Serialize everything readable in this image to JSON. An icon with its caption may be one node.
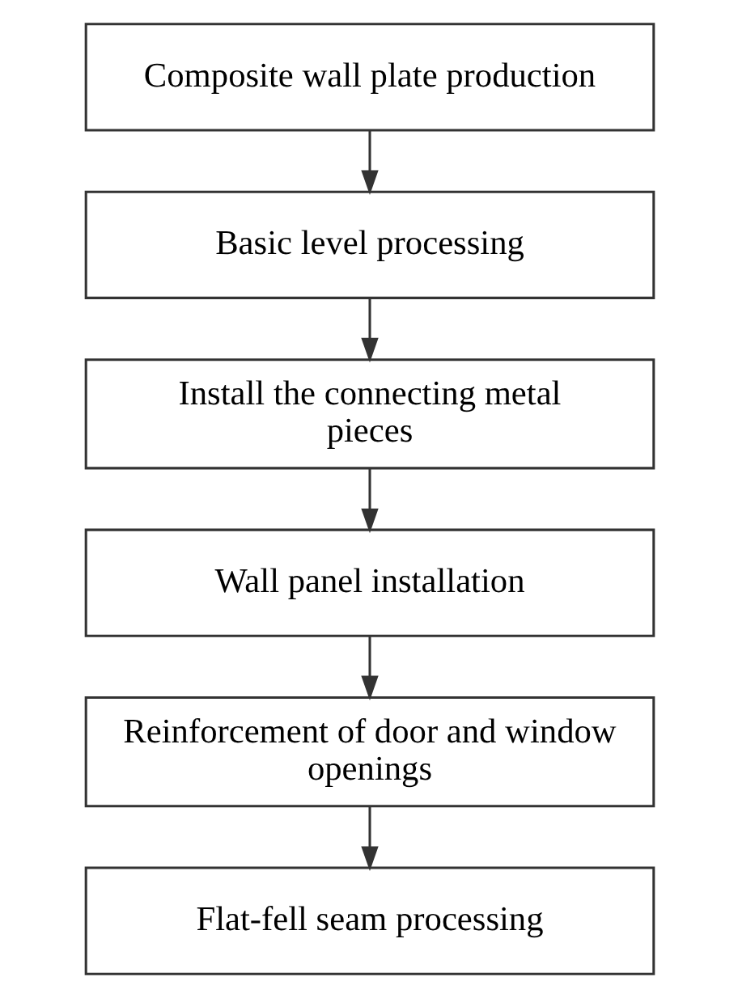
{
  "diagram": {
    "nodes": [
      {
        "text": [
          "Composite wall plate production"
        ]
      },
      {
        "text": [
          "Basic level processing"
        ]
      },
      {
        "text": [
          "Install the connecting metal pieces"
        ]
      },
      {
        "text": [
          "Wall panel installation"
        ]
      },
      {
        "text": [
          "Reinforcement of door and window openings"
        ]
      },
      {
        "text": [
          "Flat-fell seam processing"
        ]
      }
    ],
    "edges": [
      {
        "from": 0,
        "to": 1,
        "arrow": "to"
      },
      {
        "from": 1,
        "to": 2,
        "arrow": "to"
      },
      {
        "from": 2,
        "to": 3,
        "arrow": "to"
      },
      {
        "from": 3,
        "to": 4,
        "arrow": "to"
      },
      {
        "from": 4,
        "to": 5,
        "arrow": "to"
      }
    ]
  }
}
